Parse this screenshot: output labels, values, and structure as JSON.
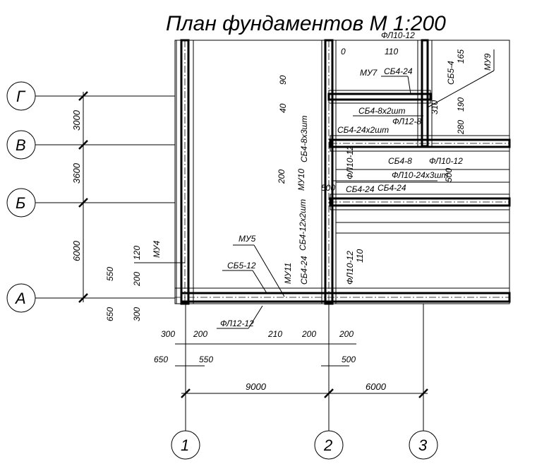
{
  "title": "План фундаментов М 1:200",
  "axes": {
    "rows": [
      "Г",
      "В",
      "Б",
      "А"
    ],
    "cols": [
      "1",
      "2",
      "3"
    ]
  },
  "dimensions": {
    "rows": [
      "3000",
      "3600",
      "6000"
    ],
    "cols": [
      "9000",
      "6000"
    ],
    "left_small": [
      "550",
      "650",
      "200",
      "300",
      "120"
    ],
    "bottom_small": [
      "300",
      "200",
      "650",
      "550",
      "210",
      "200",
      "200",
      "500"
    ],
    "interior": [
      "0",
      "110",
      "90",
      "40",
      "200",
      "500",
      "165",
      "190",
      "280",
      "310",
      "500",
      "110"
    ]
  },
  "marks": {
    "mu4": "МУ4",
    "mu5": "МУ5",
    "sb5_12": "СБ5-12",
    "fl12_12": "ФЛ12-12",
    "mu11": "МУ11",
    "sb4_24_a": "СБ4-24",
    "fl10_12_a": "ФЛ10-12",
    "sb4_12x2": "СБ4-12х2шт",
    "mu10": "МУ10",
    "sb4_8x3": "СБ4-8х3шт",
    "sb4_24_b": "СБ4-24",
    "sb4_24_c": "СБ4-24",
    "fl10_24x3": "ФЛ10-24х3шт",
    "sb4_8": "СБ4-8",
    "fl10_12_b": "ФЛ10-12",
    "fl10_12_c": "ФЛ10-12",
    "sb4_24x2": "СБ4-24х2шт",
    "fl12_8": "ФЛ12-8",
    "sb4_8x2": "СБ4-8х2шт",
    "mu7": "МУ7",
    "sb4_24_d": "СБ4-24",
    "fl10_12_d": "ФЛ10-12",
    "sb5_4": "СБ5-4",
    "mu9": "МУ9"
  }
}
